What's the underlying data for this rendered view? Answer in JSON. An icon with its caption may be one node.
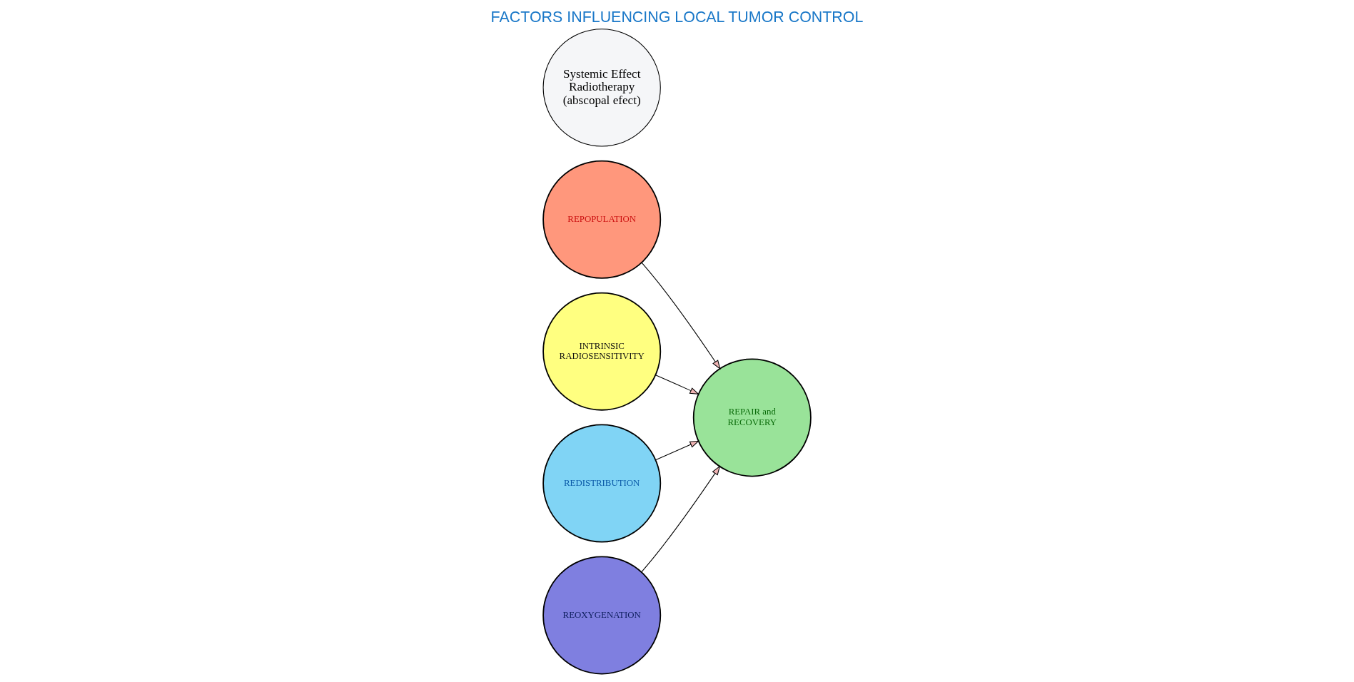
{
  "diagram": {
    "title": "FACTORS INFLUENCING LOCAL TUMOR CONTROL",
    "nodes": [
      {
        "text": [
          "REPAIR and RECOVERY"
        ]
      },
      {
        "text": [
          "REPOPULATION"
        ]
      },
      {
        "text": [
          "INTRINSIC RADIOSENSITIVITY"
        ]
      },
      {
        "text": [
          "REDISTRIBUTION"
        ]
      },
      {
        "text": [
          "REOXYGENATION"
        ]
      },
      {
        "text": [
          "Systemic Effect Radiotherapy (abscopal efect)"
        ]
      }
    ],
    "edges": [
      {
        "from": 1,
        "to": 0,
        "arrow": "to"
      },
      {
        "from": 2,
        "to": 0,
        "arrow": "to"
      },
      {
        "from": 3,
        "to": 0,
        "arrow": "to"
      },
      {
        "from": 4,
        "to": 0,
        "arrow": "to"
      }
    ]
  }
}
